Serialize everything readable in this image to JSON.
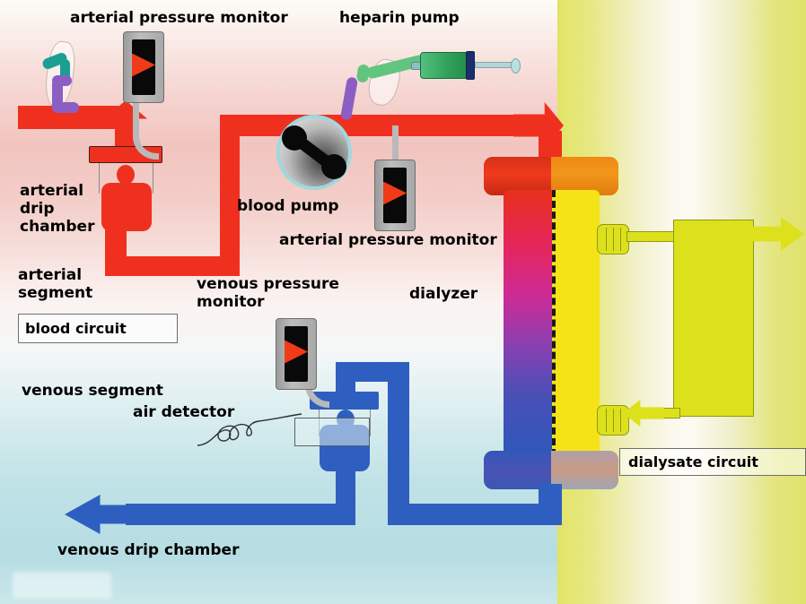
{
  "diagram": {
    "title": "hemodialysis circuit diagram",
    "colors": {
      "blood_red": "#f0301f",
      "blood_blue": "#2e5fc0",
      "dialysate_yellow": "#dde11c",
      "dialyzer_membrane": "#1a1a1a",
      "monitor_body": "#b0b0b0",
      "monitor_indicator": "#f03a18",
      "pump_ring": "#9fd8de",
      "syringe_green": "#2f9f57",
      "tube_purple": "#8b5ec4",
      "tube_teal": "#1d9e92"
    },
    "labels": {
      "arterial_pressure_monitor_top": "arterial pressure monitor",
      "heparin_pump": "heparin pump",
      "arterial_drip_chamber": "arterial\ndrip\nchamber",
      "blood_pump": "blood pump",
      "arterial_pressure_monitor_mid": "arterial pressure monitor",
      "arterial_segment": "arterial\nsegment",
      "venous_pressure_monitor": "venous pressure\nmonitor",
      "dialyzer": "dialyzer",
      "blood_circuit": "blood circuit",
      "venous_segment": "venous segment",
      "air_detector": "air detector",
      "venous_drip_chamber": "venous drip chamber",
      "dialysate_circuit": "dialysate circuit"
    },
    "components": [
      {
        "name": "arterial-pressure-monitor-top",
        "type": "pressure-monitor"
      },
      {
        "name": "heparin-pump-syringe",
        "type": "syringe"
      },
      {
        "name": "blood-pump",
        "type": "roller-pump"
      },
      {
        "name": "arterial-pressure-monitor-mid",
        "type": "pressure-monitor"
      },
      {
        "name": "venous-pressure-monitor",
        "type": "pressure-monitor"
      },
      {
        "name": "arterial-drip-chamber",
        "type": "drip-chamber"
      },
      {
        "name": "venous-drip-chamber",
        "type": "drip-chamber"
      },
      {
        "name": "air-detector",
        "type": "sensor"
      },
      {
        "name": "dialyzer",
        "type": "dialyzer"
      },
      {
        "name": "dialysate-circuit",
        "type": "fluid-loop"
      }
    ]
  }
}
